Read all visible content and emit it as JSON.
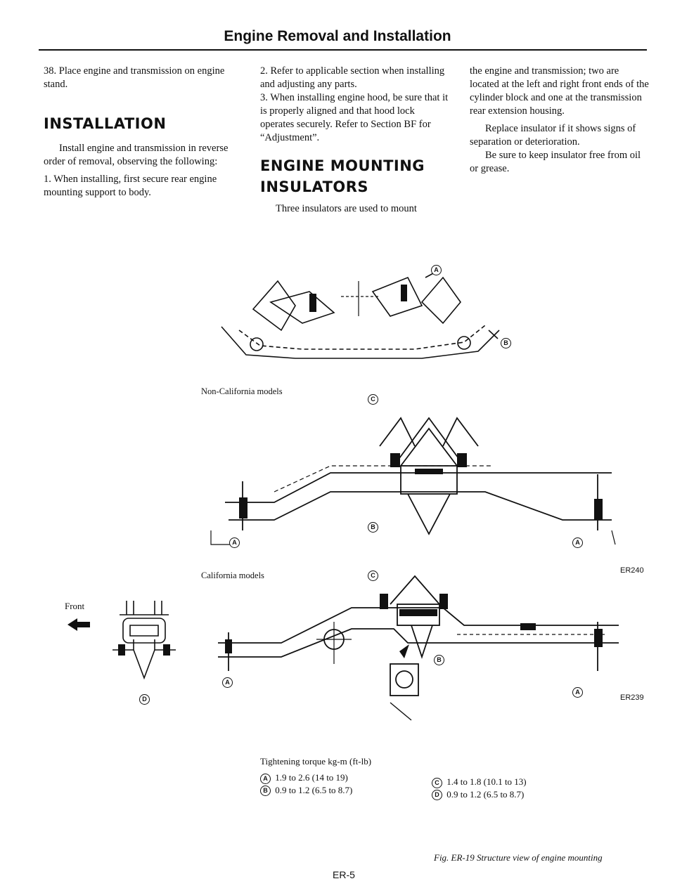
{
  "header": {
    "title": "Engine Removal and Installation"
  },
  "col1": {
    "step38": "38.  Place engine and transmission on engine stand.",
    "installation_heading": "INSTALLATION",
    "install_intro": "Install engine and transmission in reverse order of removal, observing the following:",
    "step1": "1.  When installing, first secure rear engine mounting support to body."
  },
  "col2": {
    "step2": "2.  Refer to applicable section when installing and adjusting any parts.",
    "step3": "3.  When installing engine hood, be sure that it is properly aligned and that hood lock operates securely. Refer to Section BF for “Adjustment”.",
    "mounting_heading_1": "ENGINE MOUNTING",
    "mounting_heading_2": "INSULATORS",
    "mounting_intro": "Three insulators are used to mount"
  },
  "col3": {
    "p1": "the engine and transmission; two are located at the left and right front ends of the cylinder block and one at the transmission rear extension housing.",
    "p2": "Replace insulator if it shows signs of separation or deterioration.",
    "p3": "Be sure to keep insulator free from oil or grease."
  },
  "figure": {
    "non_california_label": "Non-California models",
    "california_label": "California models",
    "front_label": "Front",
    "code_er240": "ER240",
    "code_er239": "ER239",
    "callouts": {
      "a": "A",
      "b": "B",
      "c": "C",
      "d": "D"
    },
    "torque_title": "Tightening torque  kg-m (ft-lb)",
    "torque_a": "1.9 to 2.6 (14 to 19)",
    "torque_b": "0.9 to 1.2 (6.5 to 8.7)",
    "torque_c": "1.4 to 1.8 (10.1 to 13)",
    "torque_d": "0.9 to 1.2 (6.5 to 8.7)",
    "caption": "Fig. ER-19  Structure view of engine mounting"
  },
  "footer": {
    "page_number": "ER-5"
  }
}
